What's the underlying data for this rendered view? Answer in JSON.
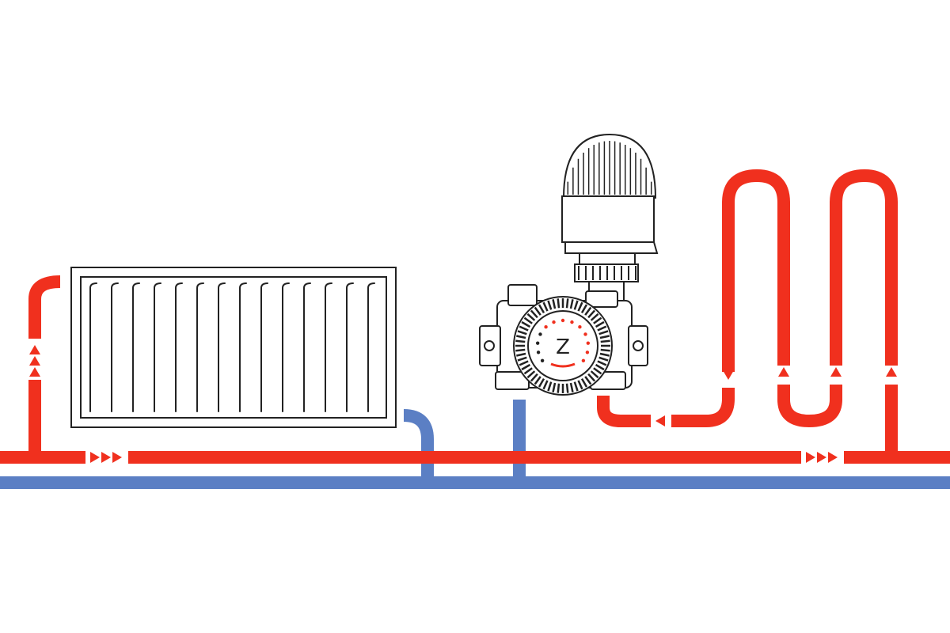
{
  "diagram": {
    "dial_letter": "Z",
    "colors": {
      "hot_pipe": "#f0301e",
      "cold_pipe": "#5b7fc4",
      "outline": "#222222",
      "background": "#ffffff"
    },
    "components": [
      "radiator",
      "thermostatic-head",
      "mixing-valve-pump",
      "underfloor-heating-loop",
      "hot-supply-pipe",
      "cold-return-pipe"
    ],
    "flow_arrows": [
      "right-arrows",
      "up-arrows",
      "left-arrows"
    ]
  }
}
